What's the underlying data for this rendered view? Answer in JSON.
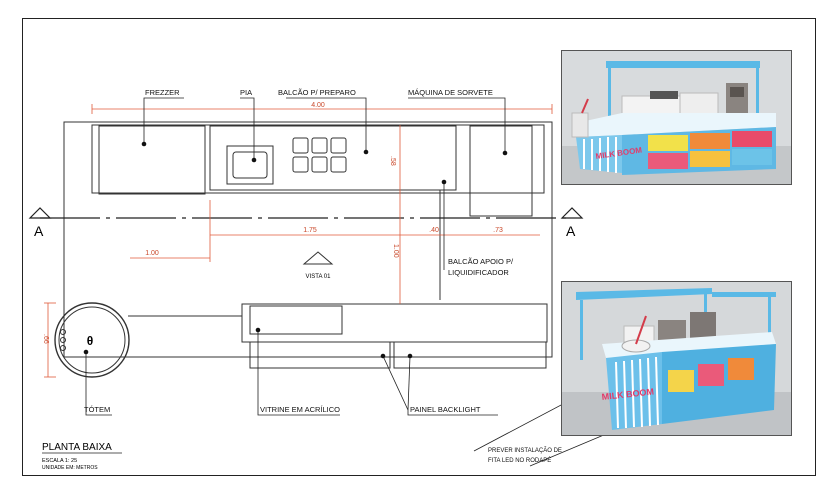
{
  "drawing": {
    "title": "PLANTA BAIXA",
    "scale": "ESCALA 1: 25",
    "unit": "UNIDADE EM: METROS",
    "section_mark": "A",
    "view_label": "VISTA 01",
    "labels": {
      "freezer": "FREZZER",
      "sink": "PIA",
      "prep_counter": "BALCÃO P/ PREPARO",
      "ice_cream_machine": "MÁQUINA DE SORVETE",
      "blender_counter_line1": "BALCÃO APOIO P/",
      "blender_counter_line2": "LIQUIDIFICADOR",
      "totem": "TÓTEM",
      "acrylic_case": "VITRINE EM ACRÍLICO",
      "backlight_panel": "PAINEL BACKLIGHT",
      "led_note_line1": "PREVER INSTALAÇÃO DE",
      "led_note_line2": "FITA LED NO RODAPÉ"
    },
    "dimensions": {
      "total_width": "4.00",
      "prep_depth": ".58",
      "left_width": "1.00",
      "prep_width": "1.75",
      "gap": ".40",
      "machine_width": ".73",
      "depth": "1.00",
      "totem_dia": ".66"
    },
    "totem_symbol": "θ"
  },
  "renders": {
    "brand": "MILK BOOM"
  }
}
